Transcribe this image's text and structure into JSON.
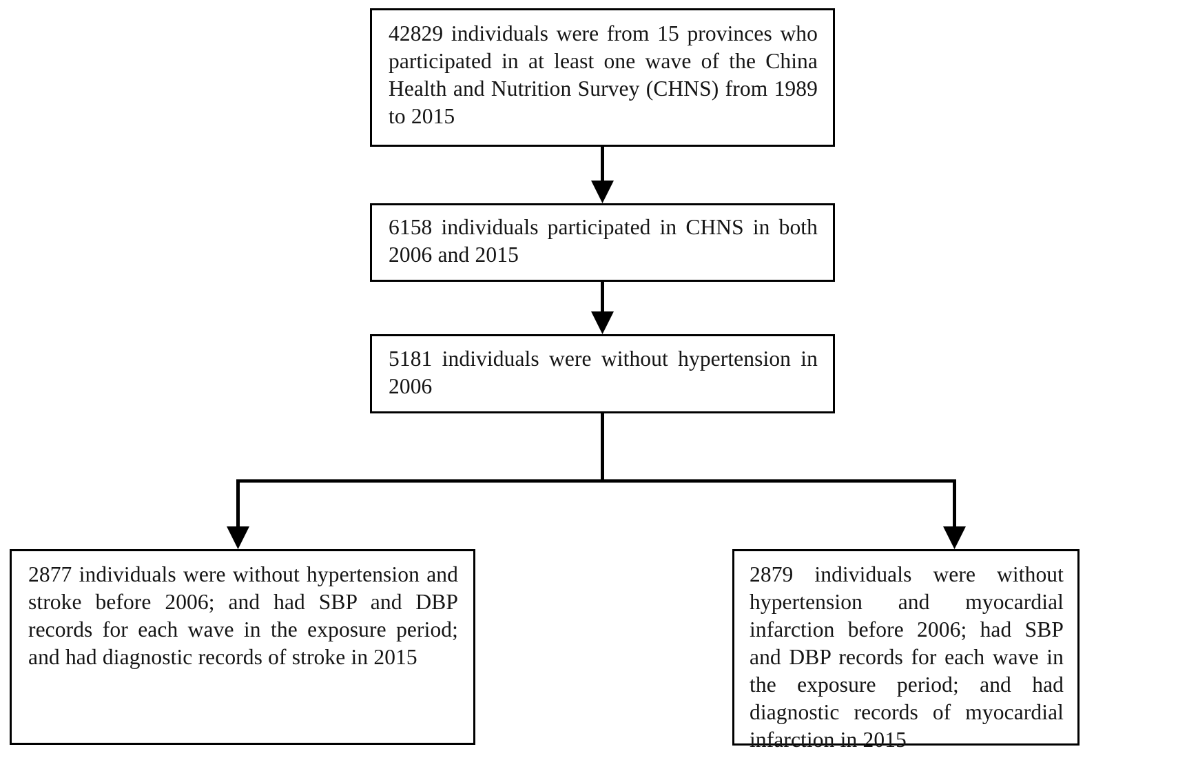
{
  "diagram": {
    "type": "flowchart",
    "title": "CHNS study population selection flow",
    "orientation": "top-down",
    "colors": {
      "box_border": "#000000",
      "box_fill": "#ffffff",
      "connector": "#000000",
      "text": "#151515",
      "page_background": "#ffffff"
    },
    "nodes": [
      {
        "id": "total-participants",
        "level": 1,
        "count": "42829",
        "text": "42829 individuals were from 15 provinces who participated in at least one wave of the China Health and Nutrition Survey (CHNS) from 1989 to 2015"
      },
      {
        "id": "both-waves",
        "level": 2,
        "count": "6158",
        "text": "6158 individuals participated in CHNS in both 2006 and 2015"
      },
      {
        "id": "without-hypertension",
        "level": 3,
        "count": "5181",
        "text": "5181 individuals were without hypertension in 2006"
      },
      {
        "id": "stroke-cohort",
        "level": 4,
        "branch": "left",
        "count": "2877",
        "text": "2877 individuals were without hypertension and stroke before 2006; and had SBP and DBP records for each wave in the exposure period; and had diagnostic records of stroke in 2015"
      },
      {
        "id": "mi-cohort",
        "level": 4,
        "branch": "right",
        "count": "2879",
        "text": "2879 individuals were without hypertension and myocardial infarction before 2006; had SBP and DBP records for each wave in the exposure period; and had diagnostic records of myocardial infarction in 2015"
      }
    ],
    "connectors": [
      {
        "id": "arrow-total-to-both-waves",
        "kind": "arrow",
        "from": "total-participants",
        "to": "both-waves"
      },
      {
        "id": "arrow-both-waves-to-without-hypertension",
        "kind": "arrow",
        "from": "both-waves",
        "to": "without-hypertension"
      },
      {
        "id": "split-without-hypertension",
        "kind": "split",
        "from": "without-hypertension",
        "to": [
          "stroke-cohort",
          "mi-cohort"
        ]
      }
    ]
  }
}
